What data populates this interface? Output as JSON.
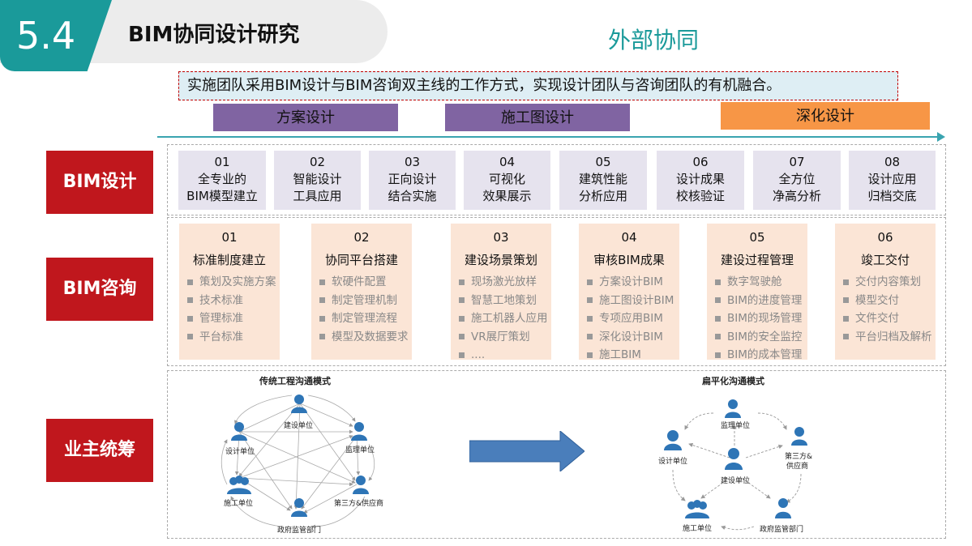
{
  "header": {
    "section_number": "5.4",
    "title": "BIM协同设计研究",
    "subtitle": "外部协同"
  },
  "intro": "实施团队采用BIM设计与BIM咨询双主线的工作方式，实现设计团队与咨询团队的有机融合。",
  "phases": [
    {
      "label": "方案设计",
      "color": "#8064a2"
    },
    {
      "label": "施工图设计",
      "color": "#8064a2"
    },
    {
      "label": "深化设计",
      "color": "#f79646"
    }
  ],
  "rows": {
    "bim_design": "BIM设计",
    "bim_consulting": "BIM咨询",
    "owner": "业主统筹"
  },
  "bim_design_items": [
    {
      "num": "01",
      "line1": "全专业的",
      "line2": "BIM模型建立"
    },
    {
      "num": "02",
      "line1": "智能设计",
      "line2": "工具应用"
    },
    {
      "num": "03",
      "line1": "正向设计",
      "line2": "结合实施"
    },
    {
      "num": "04",
      "line1": "可视化",
      "line2": "效果展示"
    },
    {
      "num": "05",
      "line1": "建筑性能",
      "line2": "分析应用"
    },
    {
      "num": "06",
      "line1": "设计成果",
      "line2": "校核验证"
    },
    {
      "num": "07",
      "line1": "全方位",
      "line2": "净高分析"
    },
    {
      "num": "08",
      "line1": "设计应用",
      "line2": "归档交底"
    }
  ],
  "consulting_items": [
    {
      "num": "01",
      "title": "标准制度建立",
      "bullets": [
        "策划及实施方案",
        "技术标准",
        "管理标准",
        "平台标准"
      ]
    },
    {
      "num": "02",
      "title": "协同平台搭建",
      "bullets": [
        "软硬件配置",
        "制定管理机制",
        "制定管理流程",
        "模型及数据要求"
      ]
    },
    {
      "num": "03",
      "title": "建设场景策划",
      "bullets": [
        "现场激光放样",
        "智慧工地策划",
        "施工机器人应用",
        "VR展厅策划",
        "...."
      ]
    },
    {
      "num": "04",
      "title": "审核BIM成果",
      "bullets": [
        "方案设计BIM",
        "施工图设计BIM",
        "专项应用BIM",
        "深化设计BIM",
        "施工BIM"
      ]
    },
    {
      "num": "05",
      "title": "建设过程管理",
      "bullets": [
        "数字驾驶舱",
        "BIM的进度管理",
        "BIM的现场管理",
        "BIM的安全监控",
        "BIM的成本管理"
      ]
    },
    {
      "num": "06",
      "title": "竣工交付",
      "bullets": [
        "交付内容策划",
        "模型交付",
        "文件交付",
        "平台归档及解析"
      ]
    }
  ],
  "traditional": {
    "title": "传统工程沟通模式",
    "nodes": [
      "建设单位",
      "监理单位",
      "第三方&供应商",
      "政府监管部门",
      "施工单位",
      "设计单位"
    ]
  },
  "flat": {
    "title": "扁平化沟通模式",
    "center": "建设单位",
    "nodes": [
      "监理单位",
      "第三方&",
      "供应商",
      "政府监管部门",
      "施工单位",
      "设计单位"
    ]
  },
  "colors": {
    "teal": "#1a9a9a",
    "red": "#c0171d",
    "person_blue": "#2e75b6",
    "arrow_blue": "#4a7ebb"
  },
  "icons": {
    "person": "person-icon",
    "group": "group-icon",
    "arrow": "right-arrow-icon"
  }
}
